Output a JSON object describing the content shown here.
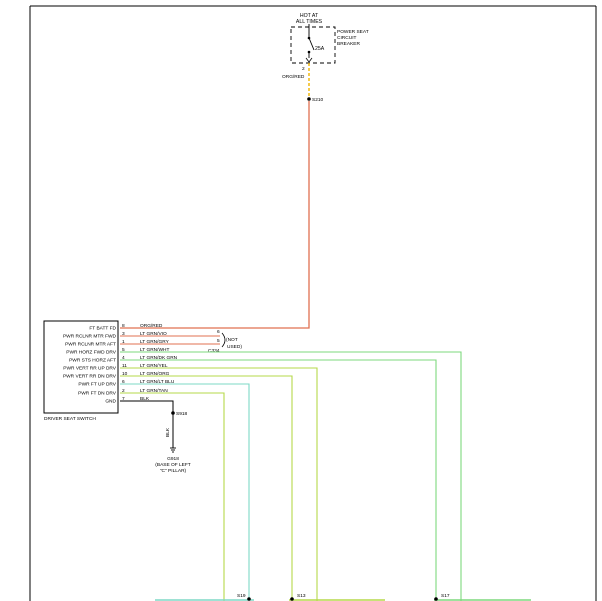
{
  "breaker": {
    "hot_line1": "HOT AT",
    "hot_line2": "ALL TIMES",
    "name_lines": [
      "POWER SEAT",
      "CIRCUIT",
      "BREAKER"
    ],
    "rating": "25A",
    "pin": "2",
    "wire": "ORG/RED"
  },
  "splices": {
    "top": "S210",
    "ground": "S918",
    "bottom": [
      "S19",
      "S13",
      "S17"
    ]
  },
  "switch": {
    "name": "DRIVER SEAT SWITCH",
    "rows": [
      {
        "label": "FT BATT FD",
        "pin": "8",
        "wire": "ORG/RED",
        "color": "#e07050"
      },
      {
        "label": "PWR RCLNR MTR FWD",
        "pin": "3",
        "wire": "LT GRN/VIO",
        "color": "#e07050"
      },
      {
        "label": "PWR RCLNR MTR AFT",
        "pin": "1",
        "wire": "LT GRN/GRY",
        "color": "#e07050"
      },
      {
        "label": "PWR HORZ FWD DRV",
        "pin": "5",
        "wire": "LT GRN/WHT",
        "color": "#7dd87d"
      },
      {
        "label": "PWR STS HORZ AFT",
        "pin": "4",
        "wire": "LT GRN/DK GRN",
        "color": "#7dd87d"
      },
      {
        "label": "PWR VERT RR UP DRV",
        "pin": "11",
        "wire": "LT GRN/YEL",
        "color": "#b6d84a"
      },
      {
        "label": "PWR VERT RR DN DRV",
        "pin": "10",
        "wire": "LT GRN/ORG",
        "color": "#b6d84a"
      },
      {
        "label": "PWR FT UP DRV",
        "pin": "6",
        "wire": "LT GRN/LT BLU",
        "color": "#7ed8c6"
      },
      {
        "label": "PWR FT DN DRV",
        "pin": "2",
        "wire": "LT GRN/TAN",
        "color": "#b6d84a"
      },
      {
        "label": "GND",
        "pin": "7",
        "wire": "BLK",
        "color": "#000000"
      }
    ]
  },
  "connector": {
    "pin_a": "6",
    "pin_b": "5",
    "note_line1": "(NOT",
    "note_line2": "USED)",
    "name": "C334"
  },
  "ground": {
    "wire": "BLK",
    "name": "G918",
    "loc_line1": "(BASE OF LEFT",
    "loc_line2": "\"C\" PILLAR)"
  },
  "colors": {
    "power": "#e07050",
    "breaker_stub": "#f0b400",
    "green": "#7dd87d",
    "yellow_green": "#b6d84a",
    "cyan": "#7ed8c6"
  }
}
